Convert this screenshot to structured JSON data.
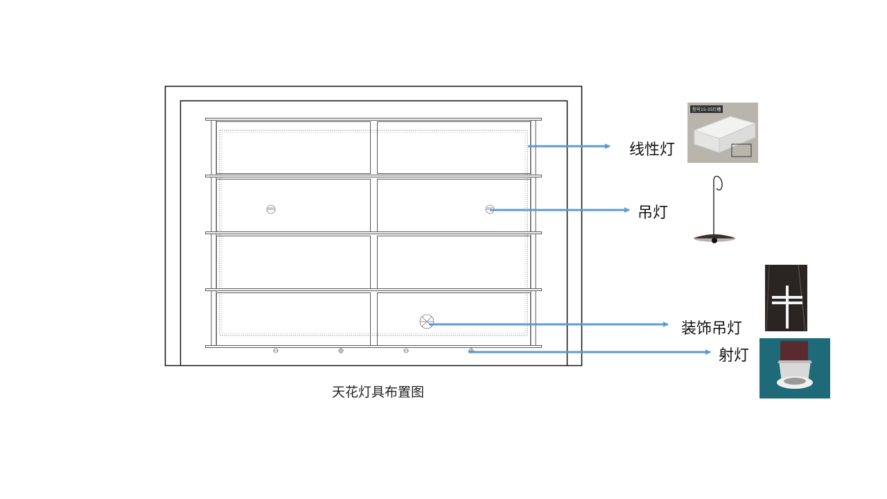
{
  "diagram": {
    "caption": "天花灯具布置图",
    "labels": {
      "linear_light": "线性灯",
      "pendant_light": "吊灯",
      "decorative_pendant": "装饰吊灯",
      "spotlight": "射灯"
    },
    "product_tag": "型号15-35灯槽"
  },
  "colors": {
    "arrow": "#5b9bd5",
    "plan_line": "#555555",
    "frame": "#111111"
  }
}
